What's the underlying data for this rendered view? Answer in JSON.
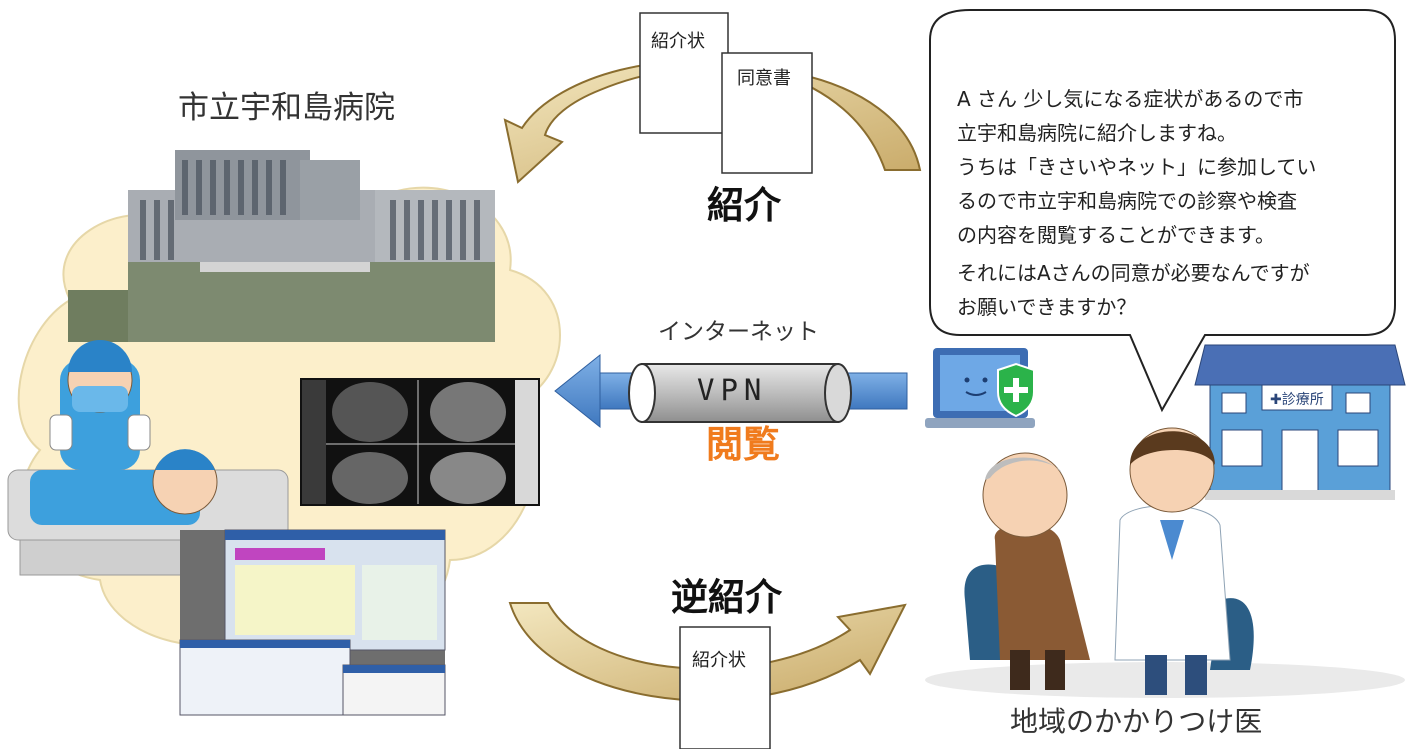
{
  "hospital": {
    "name": "市立宇和島病院"
  },
  "clinic": {
    "name": "地域のかかりつけ医",
    "sign": "✚診療所"
  },
  "referral": {
    "label": "紹介",
    "doc_referral": "紹介状",
    "doc_consent": "同意書"
  },
  "reverse_referral": {
    "label": "逆紹介",
    "doc_referral": "紹介状"
  },
  "network": {
    "internet_label": "インターネット",
    "vpn_label": "VPN",
    "view_label": "閲覧"
  },
  "speech_bubble": {
    "lines": [
      "A さん 少し気になる症状があるので市",
      "立宇和島病院に紹介しますね。",
      "うちは「きさいやネット」に参加してい",
      "るので市立宇和島病院での診察や検査",
      "の内容を閲覧することができます。",
      "それにはAさんの同意が必要なんですが",
      "お願いできますか？"
    ]
  },
  "colors": {
    "arrow_fill": "#d9c48c",
    "arrow_stroke": "#8a6d2f",
    "cloud_fill": "#fcefcb",
    "network_arrow": "#5b8fd0",
    "vpn_pipe": "#c9c9c9",
    "view_text": "#f07b1d"
  }
}
